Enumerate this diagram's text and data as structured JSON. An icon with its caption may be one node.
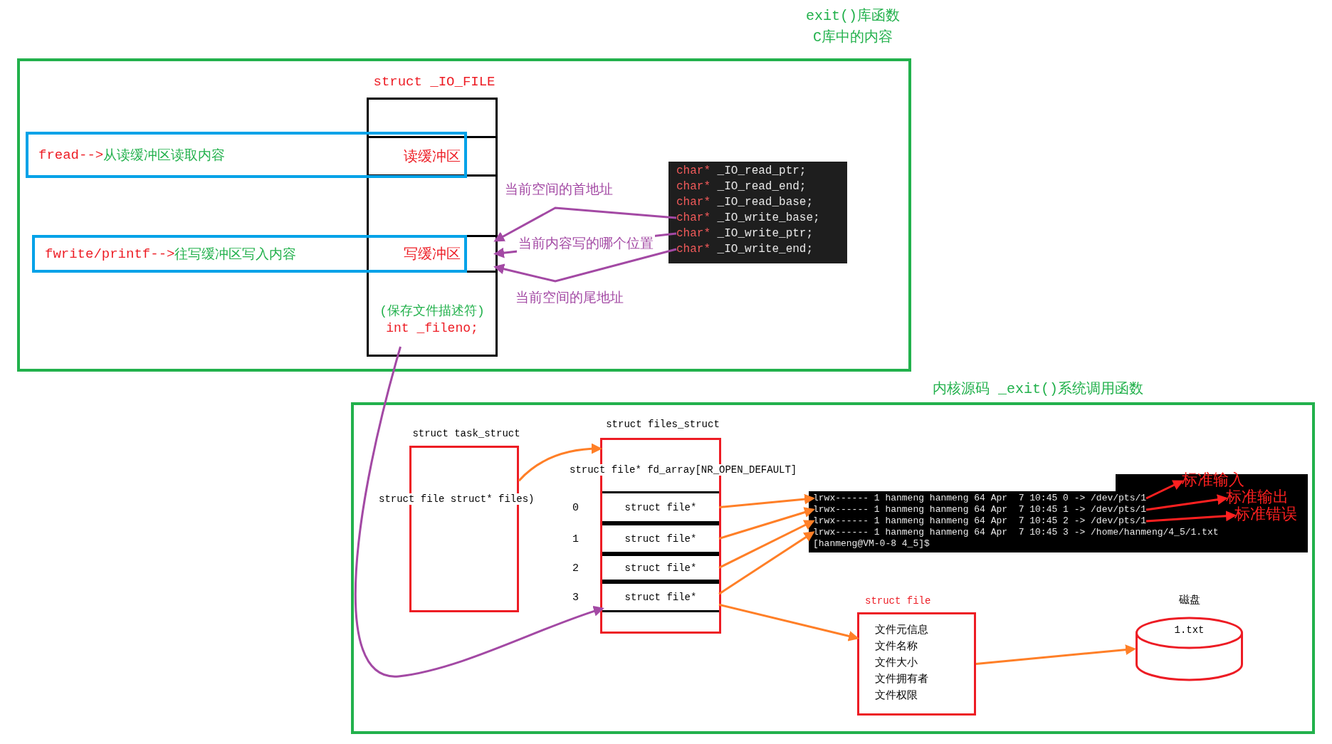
{
  "diagram": {
    "nodes": [
      {
        "text": [
          "exit()库函数 C库中的内容"
        ]
      },
      {
        "text": [
          "struct _IO_FILE"
        ],
        "in": 0
      },
      {
        "text": [
          "读缓冲区"
        ],
        "in": 1
      },
      {
        "text": [
          "fread-->从读缓冲区读取内容"
        ],
        "in": 0
      },
      {
        "text": [
          "写缓冲区"
        ],
        "in": 1
      },
      {
        "text": [
          "fwrite/printf-->往写缓冲区写入内容"
        ],
        "in": 0
      },
      {
        "text": [
          "(保存文件描述符)",
          "int _fileno;"
        ],
        "in": 1
      },
      {
        "text": [],
        "shape": "box",
        "in": 0
      },
      {
        "text": [
          "char* _IO_read_ptr;"
        ],
        "in": 7
      },
      {
        "text": [
          "char* _IO_read_end;"
        ],
        "in": 7
      },
      {
        "text": [
          "char* _IO_read_base;"
        ],
        "in": 7
      },
      {
        "text": [
          "char* _IO_write_base;"
        ],
        "in": 7
      },
      {
        "text": [
          "char* _IO_write_ptr;"
        ],
        "in": 7
      },
      {
        "text": [
          "char* _IO_write_end;"
        ],
        "in": 7
      },
      {
        "text": [
          "内核源码 _exit()系统调用函数"
        ]
      },
      {
        "text": [
          "struct task_struct",
          "struct file struct* files)"
        ],
        "in": 14
      },
      {
        "text": [
          "struct files_struct",
          "struct file* fd_array[NR_OPEN_DEFAULT]"
        ],
        "in": 14
      },
      {
        "text": [
          "struct file*"
        ],
        "beside": [
          "0"
        ],
        "in": 16
      },
      {
        "text": [
          "struct file*"
        ],
        "beside": [
          "1"
        ],
        "in": 16
      },
      {
        "text": [
          "struct file*"
        ],
        "beside": [
          "2"
        ],
        "in": 16
      },
      {
        "text": [
          "struct file*"
        ],
        "beside": [
          "3"
        ],
        "in": 16
      },
      {
        "text": [],
        "shape": "box",
        "in": 14
      },
      {
        "text": [
          "lrwx------ 1 hanmeng hanmeng 64 Apr  7 10:45 0 -> /dev/pts/1"
        ],
        "in": 21
      },
      {
        "text": [
          "lrwx------ 1 hanmeng hanmeng 64 Apr  7 10:45 1 -> /dev/pts/1"
        ],
        "in": 21
      },
      {
        "text": [
          "lrwx------ 1 hanmeng hanmeng 64 Apr  7 10:45 2 -> /dev/pts/1"
        ],
        "in": 21
      },
      {
        "text": [
          "lrwx------ 1 hanmeng hanmeng 64 Apr  7 10:45 3 -> /home/hanmeng/4_5/1.txt"
        ],
        "in": 21
      },
      {
        "text": [
          "[hanmeng@VM-0-8 4_5]$"
        ],
        "in": 21
      },
      {
        "text": [
          "标准输入"
        ],
        "in": 21
      },
      {
        "text": [
          "标准输出"
        ],
        "in": 21
      },
      {
        "text": [
          "标准错误"
        ],
        "in": 21
      },
      {
        "text": [
          "struct file",
          "文件元信息",
          "文件名称",
          "文件大小",
          "文件拥有者",
          "文件权限"
        ],
        "in": 14
      },
      {
        "text": [
          "磁盘",
          "1.txt"
        ],
        "in": 14
      }
    ],
    "edges": [
      {
        "from": 11,
        "to": 4,
        "arrow": "to",
        "label": "当前空间的首地址",
        "color": "#a349a4"
      },
      {
        "from": 12,
        "to": 4,
        "arrow": "to",
        "label": "当前内容写的哪个位置",
        "color": "#a349a4"
      },
      {
        "from": 13,
        "to": 4,
        "arrow": "to",
        "label": "当前空间的尾地址",
        "color": "#a349a4"
      },
      {
        "from": 6,
        "to": 20,
        "arrow": "to",
        "color": "#a349a4"
      },
      {
        "from": 15,
        "to": 16,
        "arrow": "to"
      },
      {
        "from": 17,
        "to": 22,
        "arrow": "to"
      },
      {
        "from": 18,
        "to": 23,
        "arrow": "to"
      },
      {
        "from": 19,
        "to": 24,
        "arrow": "to"
      },
      {
        "from": 20,
        "to": 25,
        "arrow": "to"
      },
      {
        "from": 20,
        "to": 30,
        "arrow": "to"
      },
      {
        "from": 30,
        "to": 31,
        "arrow": "to"
      },
      {
        "from": 22,
        "to": 27,
        "arrow": "to",
        "color": "#ff2020"
      },
      {
        "from": 23,
        "to": 28,
        "arrow": "to",
        "color": "#ff2020"
      },
      {
        "from": 24,
        "to": 29,
        "arrow": "to",
        "color": "#ff2020"
      }
    ]
  }
}
